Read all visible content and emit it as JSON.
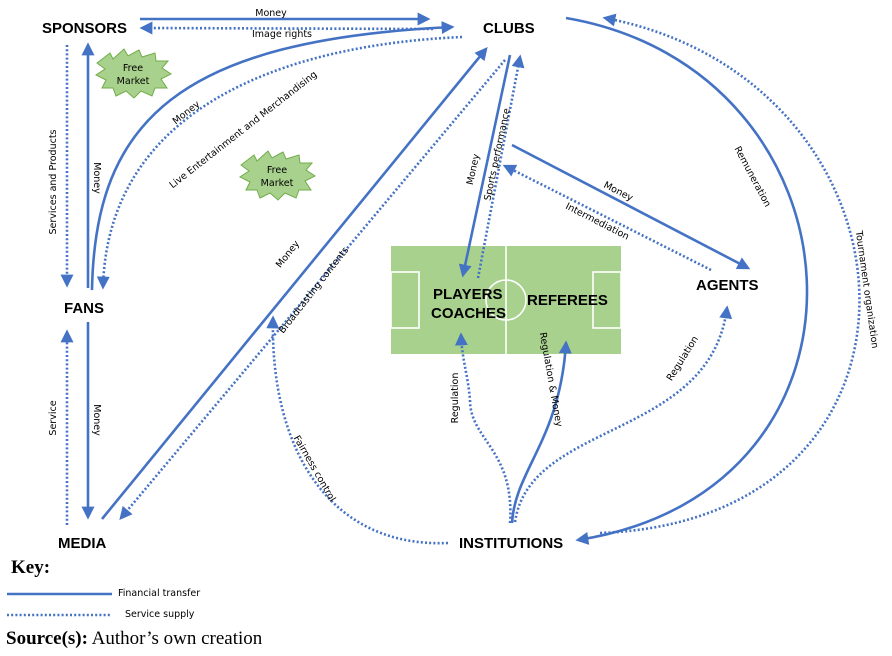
{
  "nodes": {
    "sponsors": "SPONSORS",
    "clubs": "CLUBS",
    "fans": "FANS",
    "media": "MEDIA",
    "institutions": "INSTITUTIONS",
    "agents": "AGENTS",
    "players": "PLAYERS",
    "coaches": "COACHES",
    "referees": "REFEREES"
  },
  "free_market": {
    "line1": "Free",
    "line2": "Market"
  },
  "flows": {
    "sponsors_clubs_money": "Money",
    "clubs_sponsors_image": "Image rights",
    "sponsors_fans_services": "Services and Products",
    "fans_sponsors_money": "Money",
    "fans_clubs_money": "Money",
    "clubs_fans_live": "Live Entertainment and Merchandising",
    "fans_media_money": "Money",
    "media_fans_service": "Service",
    "media_clubs_money": "Money",
    "clubs_media_broadcast": "Broadcasting contents",
    "clubs_players_money": "Money",
    "players_clubs_sports": "Sports performance",
    "clubs_agents_money": "Money",
    "agents_clubs_intermediation": "Intermediation",
    "clubs_institutions_remuneration": "Remuneration",
    "institutions_clubs_tournament": "Tournament organization",
    "institutions_referees": "Regulation & Money",
    "institutions_players_regulation": "Regulation",
    "institutions_agents_regulation": "Regulation",
    "institutions_media_fairness": "Fairness control"
  },
  "key": {
    "title": "Key:",
    "financial": "Financial transfer",
    "service": "Service supply"
  },
  "source": {
    "label": "Source(s):",
    "text": " Author’s own creation"
  },
  "colors": {
    "arrow": "#4472C4",
    "field": "#A9D18E",
    "blob_fill": "#A9D18E",
    "blob_stroke": "#70AD47"
  }
}
